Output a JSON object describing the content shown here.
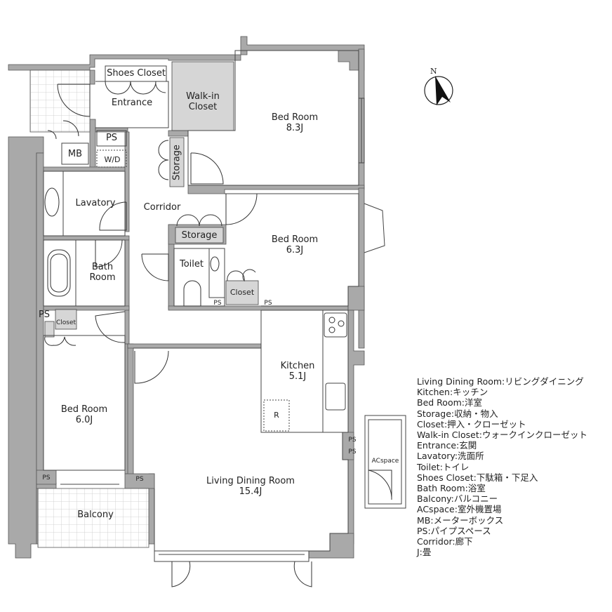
{
  "compass": {
    "north_label": "N"
  },
  "rooms": {
    "shoes_closet": "Shoes Closet",
    "entrance": "Entrance",
    "walk_in_closet_line1": "Walk-in",
    "walk_in_closet_line2": "Closet",
    "bed_room_1": {
      "name": "Bed Room",
      "size": "8.3J"
    },
    "ps_entrance": "PS",
    "mb": "MB",
    "wd": "W/D",
    "storage_vertical": "Storage",
    "lavatory": "Lavatory",
    "corridor": "Corridor",
    "storage_center": "Storage",
    "bed_room_2": {
      "name": "Bed Room",
      "size": "6.3J"
    },
    "toilet": "Toilet",
    "bath_room_line1": "Bath",
    "bath_room_line2": "Room",
    "closet_center": "Closet",
    "ps_toilet": "PS",
    "ps_closet": "PS",
    "ps_left": "PS",
    "closet_left": "Closet",
    "kitchen": {
      "name": "Kitchen",
      "size": "5.1J"
    },
    "refrigerator": "R",
    "bed_room_3": {
      "name": "Bed Room",
      "size": "6.0J"
    },
    "ps_kitchen_1": "PS",
    "ps_kitchen_2": "PS",
    "acspace": "ACspace",
    "living_dining": {
      "name": "Living Dining Room",
      "size": "15.4J"
    },
    "ps_bed3": "PS",
    "ps_balcony": "PS",
    "balcony": "Balcony"
  },
  "legend": [
    "Living Dining Room:リビングダイニング",
    "Kitchen:キッチン",
    "Bed Room:洋室",
    "Storage:収納・物入",
    "Closet:押入・クローゼット",
    "Walk-in Closet:ウォークインクローゼット",
    "Entrance:玄関",
    "Lavatory:洗面所",
    "Toilet:トイレ",
    "Shoes Closet:下駄箱・下足入",
    "Bath Room:浴室",
    "Balcony:バルコニー",
    "ACspace:室外機置場",
    "MB:メーターボックス",
    "PS:パイプスペース",
    "Corridor:廊下",
    "J:畳"
  ],
  "colors": {
    "wall": "#a9a9a9",
    "closet_fill": "#d6d6d6",
    "line": "#333333",
    "tile": "#c8c8c8"
  }
}
